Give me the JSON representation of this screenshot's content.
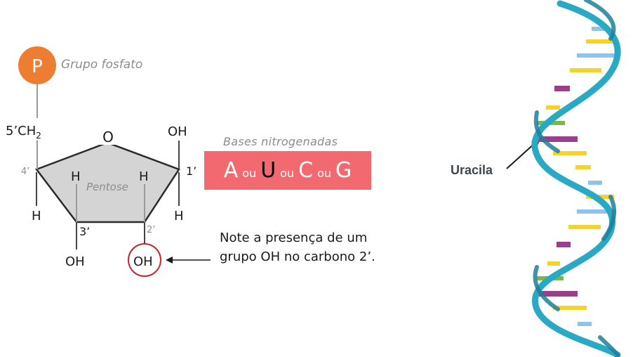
{
  "phosphate": {
    "symbol": "P",
    "label": "Grupo fosfato",
    "color": "#ed7d31"
  },
  "ring": {
    "oxygen": "O",
    "c5_label": "5’CH",
    "c5_subscript": "2",
    "c4_label": "4’",
    "c1_label": "1’",
    "c3_label": "3’",
    "c2_label": "2’",
    "pentose_label": "Pentose",
    "top_right_oh": "OH",
    "h_inner_left": "H",
    "h_inner_right": "H",
    "h_bottom_left": "H",
    "h_bottom_right": "H",
    "oh_c3": "OH",
    "oh_c2": "OH",
    "highlight_color": "#c0282b"
  },
  "bases": {
    "title": "Bases nitrogenadas",
    "box_color": "#f26a6f",
    "items": [
      "A",
      "U",
      "C",
      "G"
    ],
    "separator": "ou"
  },
  "note": {
    "line1": "Note a presença de um",
    "line2": "grupo OH no carbono 2’."
  },
  "helix": {
    "label": "Uracila",
    "strand_color": "#29a9c4",
    "rung_colors": [
      "#f5d327",
      "#8fc3ea",
      "#7ab84e",
      "#9b3f8c"
    ]
  }
}
